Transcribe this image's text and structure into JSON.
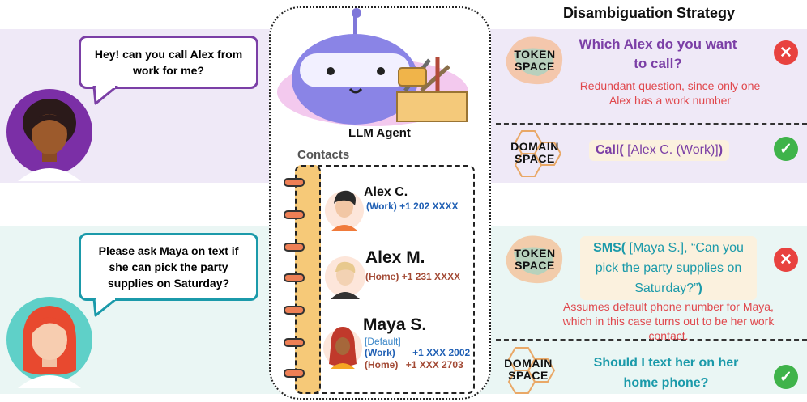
{
  "title": "Disambiguation Strategy",
  "scenario1": {
    "user_message": "Hey! can you call Alex from work for me?",
    "token_space_label": "TOKEN SPACE",
    "token_space_question": "Which Alex do you want to call?",
    "token_space_note": "Redundant question, since only one Alex has a work number",
    "domain_space_label": "DOMAIN SPACE",
    "call_func": "Call(",
    "call_arg": " [Alex C. (Work)]",
    "call_close": ")"
  },
  "scenario2": {
    "user_message": "Please ask Maya on text if she  can pick the party supplies on Saturday?",
    "token_space_label": "TOKEN SPACE",
    "sms_func": "SMS(",
    "sms_args": " [Maya S.], “Can you pick the party supplies on Saturday?”",
    "sms_close": ")",
    "token_space_note": "Assumes default phone number  for Maya, which in this case turns out to be her work contact.",
    "domain_space_label": "DOMAIN SPACE",
    "domain_space_question": "Should I text her on her home phone?"
  },
  "agent": {
    "label": "LLM Agent",
    "contacts_label": "Contacts",
    "contacts": [
      {
        "name": "Alex C.",
        "lines": [
          {
            "type": "work",
            "label": "(Work)",
            "number": "+1 202 XXXX"
          }
        ]
      },
      {
        "name": "Alex M.",
        "lines": [
          {
            "type": "home",
            "label": "(Home)",
            "number": "+1 231 XXXX"
          }
        ]
      },
      {
        "name": "Maya S.",
        "default_label": "[Default]",
        "lines": [
          {
            "type": "work",
            "label": "(Work)",
            "number": "+1 XXX  2002"
          },
          {
            "type": "home",
            "label": "(Home)",
            "number": "+1 XXX  2703"
          }
        ]
      }
    ]
  },
  "colors": {
    "purple": "#7b3fa6",
    "teal": "#1b9aaa",
    "red": "#e8423f",
    "green": "#3fb34a",
    "orange": "#ee7f55",
    "spine": "#f6c978"
  },
  "marks": {
    "wrong": "✕",
    "right": "✓"
  }
}
